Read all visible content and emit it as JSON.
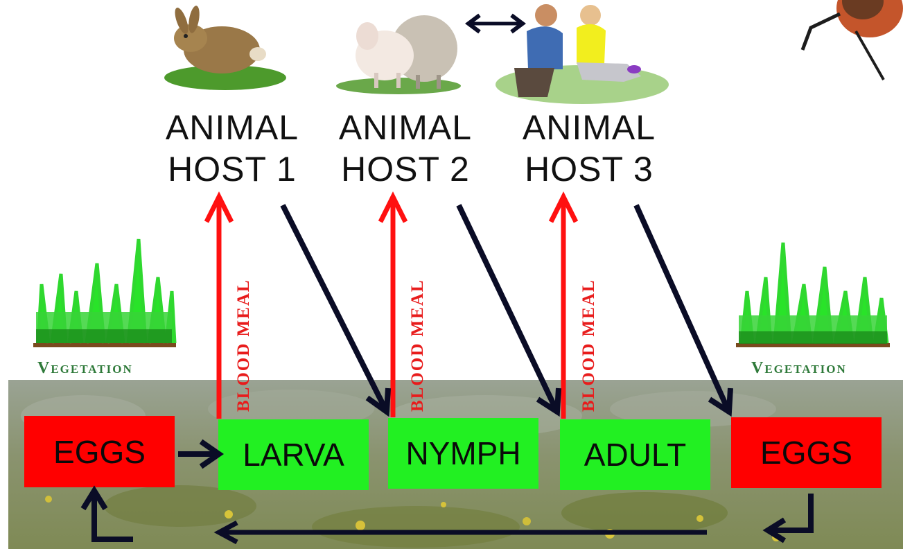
{
  "hosts": [
    {
      "line1": "ANIMAL",
      "line2": "HOST 1",
      "icon": "rabbit-icon"
    },
    {
      "line1": "ANIMAL",
      "line2": "HOST 2",
      "icon": "sheep-icon"
    },
    {
      "line1": "ANIMAL",
      "line2": "HOST 3",
      "icon": "people-icon"
    }
  ],
  "stages": {
    "eggs_left": "EGGS",
    "larva": "LARVA",
    "nymph": "NYMPH",
    "adult": "ADULT",
    "eggs_right": "EGGS"
  },
  "blood_meal_label": "BLOOD MEAL",
  "vegetation_label": "Vegetation",
  "colors": {
    "red_box": "#ff0000",
    "green_box": "#22f022",
    "blood_arrow": "#ff1010",
    "dark_arrow": "#0a0c26",
    "vegetation_green": "#2f7a3a"
  }
}
